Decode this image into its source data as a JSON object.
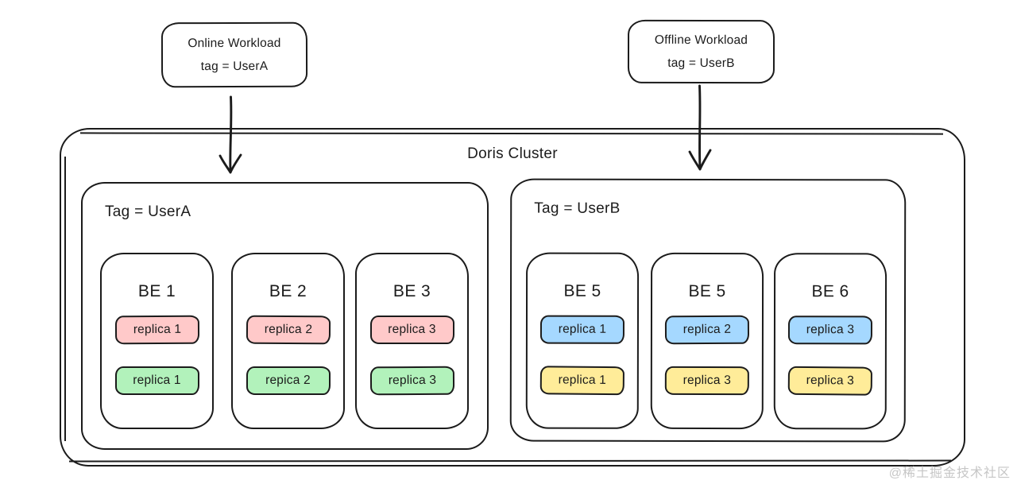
{
  "workloads": [
    {
      "title": "Online Workload",
      "tag": "tag = UserA"
    },
    {
      "title": "Offline Workload",
      "tag": "tag = UserB"
    }
  ],
  "cluster": {
    "title": "Doris Cluster",
    "groups": [
      {
        "label": "Tag = UserA",
        "nodes": [
          {
            "name": "BE 1",
            "replicas": [
              {
                "label": "replica 1",
                "color": "pink"
              },
              {
                "label": "replica 1",
                "color": "green"
              }
            ]
          },
          {
            "name": "BE 2",
            "replicas": [
              {
                "label": "replica 2",
                "color": "pink"
              },
              {
                "label": "repica 2",
                "color": "green"
              }
            ]
          },
          {
            "name": "BE 3",
            "replicas": [
              {
                "label": "replica 3",
                "color": "pink"
              },
              {
                "label": "replica 3",
                "color": "green"
              }
            ]
          }
        ]
      },
      {
        "label": "Tag = UserB",
        "nodes": [
          {
            "name": "BE 5",
            "replicas": [
              {
                "label": "replica 1",
                "color": "blue"
              },
              {
                "label": "replica 1",
                "color": "yellow"
              }
            ]
          },
          {
            "name": "BE 5",
            "replicas": [
              {
                "label": "replica 2",
                "color": "blue"
              },
              {
                "label": "replica 3",
                "color": "yellow"
              }
            ]
          },
          {
            "name": "BE 6",
            "replicas": [
              {
                "label": "replica 3",
                "color": "blue"
              },
              {
                "label": "replica 3",
                "color": "yellow"
              }
            ]
          }
        ]
      }
    ]
  },
  "colors": {
    "pink": "#ffc9c9",
    "green": "#b2f2bb",
    "blue": "#a5d8ff",
    "yellow": "#ffec99",
    "stroke": "#1b1b1b"
  },
  "watermark": "@稀土掘金技术社区"
}
